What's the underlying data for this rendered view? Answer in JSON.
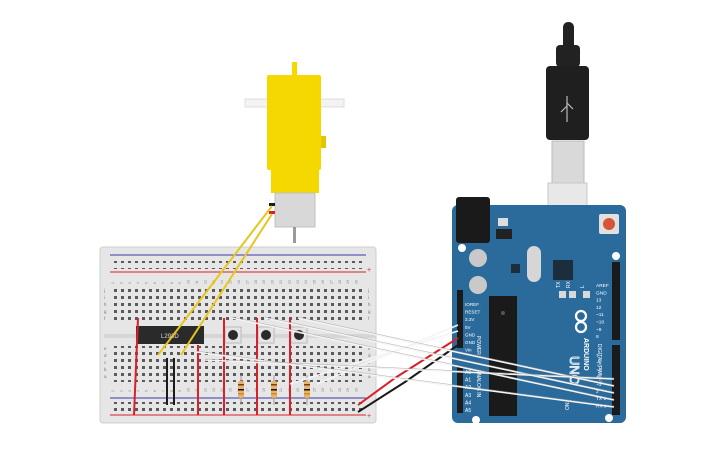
{
  "breadboard": {
    "top_rail_label": "+",
    "bottom_rail_label": "+",
    "rows_upper": [
      "j",
      "i",
      "h",
      "g",
      "f"
    ],
    "rows_lower": [
      "e",
      "d",
      "c",
      "b",
      "a"
    ],
    "column_numbers": [
      "1",
      "2",
      "3",
      "4",
      "5",
      "6",
      "7",
      "8",
      "9",
      "10",
      "11",
      "12",
      "13",
      "14",
      "15",
      "16",
      "17",
      "18",
      "19",
      "20",
      "21",
      "22",
      "23",
      "24",
      "25",
      "26",
      "27",
      "28",
      "29",
      "30"
    ]
  },
  "chip": {
    "label": "L293D"
  },
  "arduino": {
    "logo": "ARDUINO",
    "model": "UNO",
    "power_header_label": "POWER",
    "analog_header_label": "ANALOG IN",
    "digital_header_label": "DIGITAL (PWM~)",
    "tx_label": "TX",
    "rx_label": "RX",
    "l_label": "L",
    "on_label": "ON",
    "power_pins": [
      "IOREF",
      "RESET",
      "3.3V",
      "5V",
      "GND",
      "GND",
      "Vin"
    ],
    "analog_pins": [
      "A0",
      "A1",
      "A2",
      "A3",
      "A4",
      "A5"
    ],
    "digital_pins_top": [
      "AREF",
      "GND",
      "13",
      "12",
      "~11",
      "~10",
      "~9",
      "8"
    ],
    "digital_pins_bottom": [
      "7",
      "~6",
      "~5",
      "4",
      "~3",
      "2",
      "TX 1",
      "RX 0"
    ]
  },
  "colors": {
    "board_blue": "#2b6b9c",
    "motor_yellow": "#f5d800",
    "wire_red": "#d9202a",
    "wire_black": "#1a1a1a",
    "wire_white": "#f2f2f2",
    "wire_yellow": "#e8c51a"
  }
}
